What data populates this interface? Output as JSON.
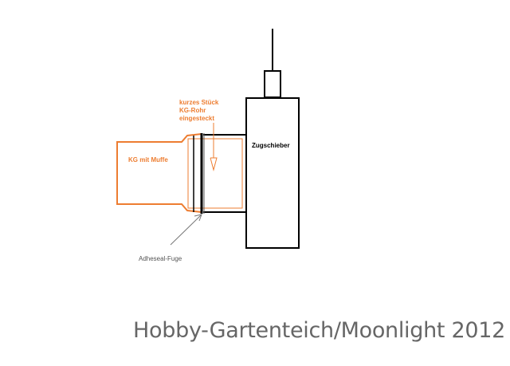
{
  "labels": {
    "short_pipe_line1": "kurzes Stück",
    "short_pipe_line2": "KG-Rohr",
    "short_pipe_line3": "eingesteckt",
    "kg_pipe": "KG mit Muffe",
    "slide_valve": "Zugschieber",
    "adhesive_joint": "Adheseal-Fuge"
  },
  "watermark": "Hobby-Gartenteich/Moonlight 2012",
  "colors": {
    "orange": "#ed7d31",
    "black": "#000000",
    "gray_text": "#555555",
    "watermark": "#666666"
  }
}
